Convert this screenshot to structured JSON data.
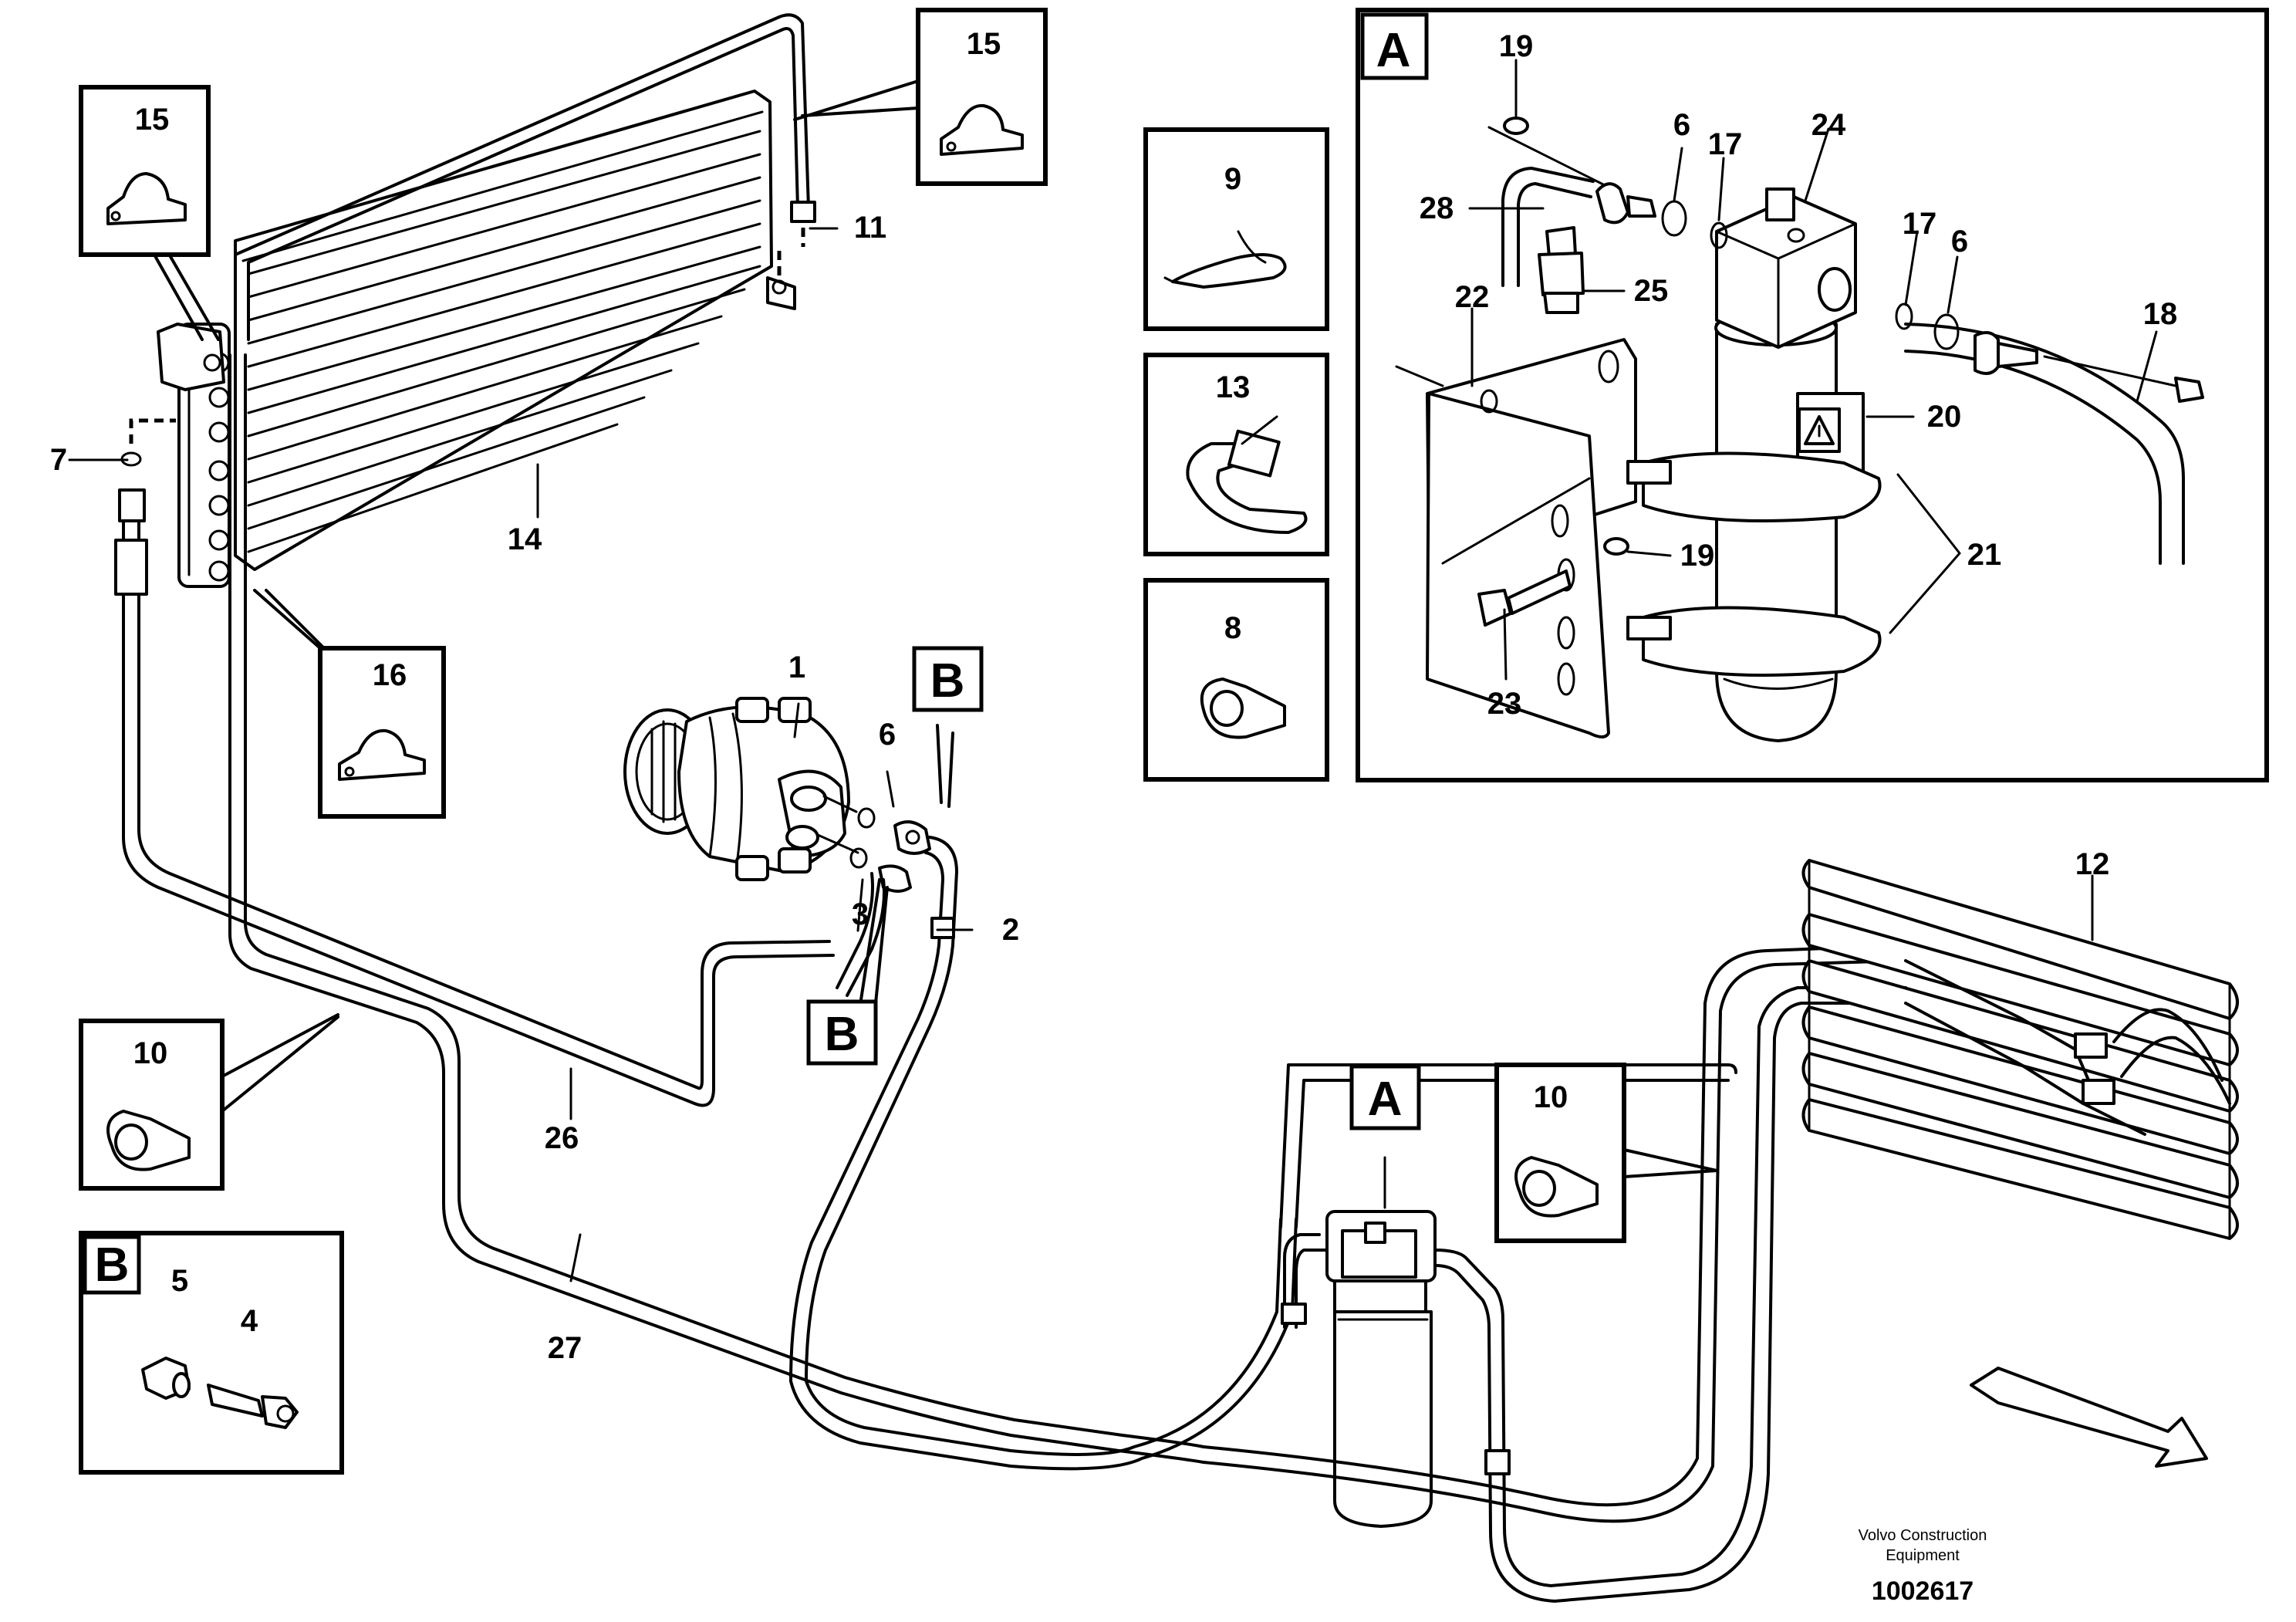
{
  "callouts": {
    "c1": "1",
    "c2": "2",
    "c3": "3",
    "c4": "4",
    "c5": "5",
    "c6": "6",
    "c7": "7",
    "c8": "8",
    "c9": "9",
    "c10": "10",
    "c11": "11",
    "c12": "12",
    "c13": "13",
    "c14": "14",
    "c15": "15",
    "c16": "16",
    "c17": "17",
    "c18": "18",
    "c19": "19",
    "c20": "20",
    "c21": "21",
    "c22": "22",
    "c23": "23",
    "c24": "24",
    "c25": "25",
    "c26": "26",
    "c27": "27",
    "c28": "28"
  },
  "section_tags": {
    "a": "A",
    "b": "B"
  },
  "footer": {
    "company_line1": "Volvo Construction",
    "company_line2": "Equipment",
    "drawing_number": "1002617"
  },
  "icons": [
    "hose-clamp-icon",
    "cable-tie-icon",
    "rubber-clamp-icon",
    "warning-triangle-icon",
    "direction-arrow-icon"
  ]
}
